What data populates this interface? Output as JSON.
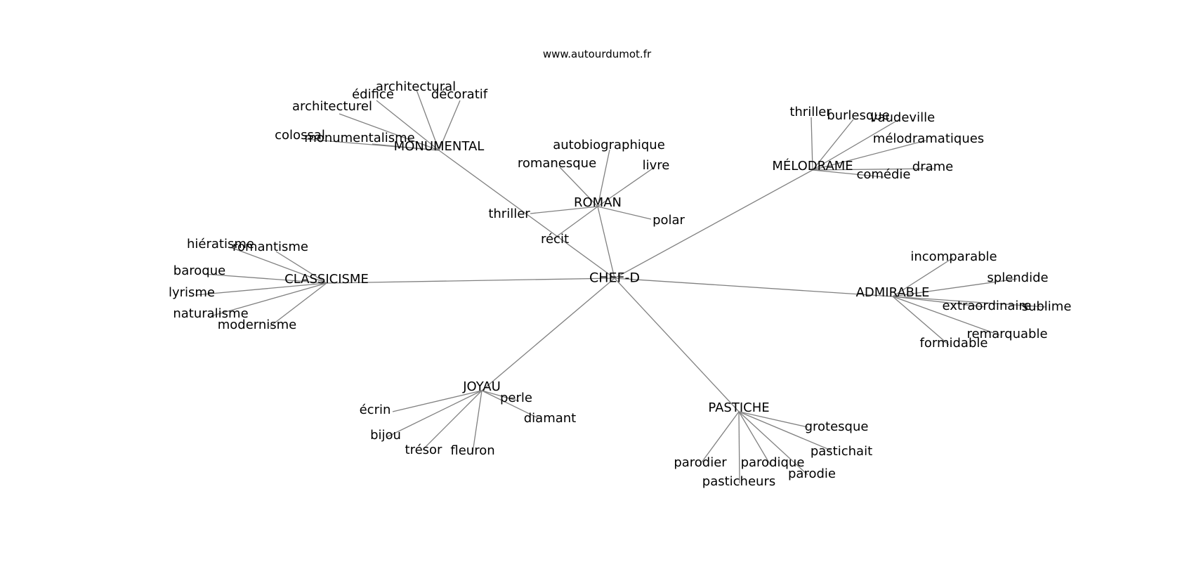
{
  "header": {
    "site": "www.autourdumot.fr"
  },
  "graph": {
    "center": "CHEF-D",
    "hubs": [
      {
        "id": "monumental",
        "label": "MONUMENTAL",
        "words": [
          "architectural",
          "édifice",
          "décoratif",
          "architecturel",
          "colossal",
          "monumentalisme"
        ]
      },
      {
        "id": "roman",
        "label": "ROMAN",
        "words": [
          "autobiographique",
          "romanesque",
          "livre",
          "thriller",
          "polar",
          "récit"
        ]
      },
      {
        "id": "melodrame",
        "label": "MÉLODRAME",
        "words": [
          "thriller",
          "burlesque",
          "vaudeville",
          "mélodramatiques",
          "drame",
          "comédie"
        ]
      },
      {
        "id": "classicisme",
        "label": "CLASSICISME",
        "words": [
          "hiératisme",
          "romantisme",
          "baroque",
          "lyrisme",
          "naturalisme",
          "modernisme"
        ]
      },
      {
        "id": "admirable",
        "label": "ADMIRABLE",
        "words": [
          "incomparable",
          "splendide",
          "extraordinaire",
          "sublime",
          "remarquable",
          "formidable"
        ]
      },
      {
        "id": "joyau",
        "label": "JOYAU",
        "words": [
          "perle",
          "écrin",
          "diamant",
          "bijou",
          "trésor",
          "fleuron"
        ]
      },
      {
        "id": "pastiche",
        "label": "PASTICHE",
        "words": [
          "grotesque",
          "pastichait",
          "parodier",
          "parodique",
          "parodie",
          "pasticheurs"
        ]
      }
    ]
  }
}
